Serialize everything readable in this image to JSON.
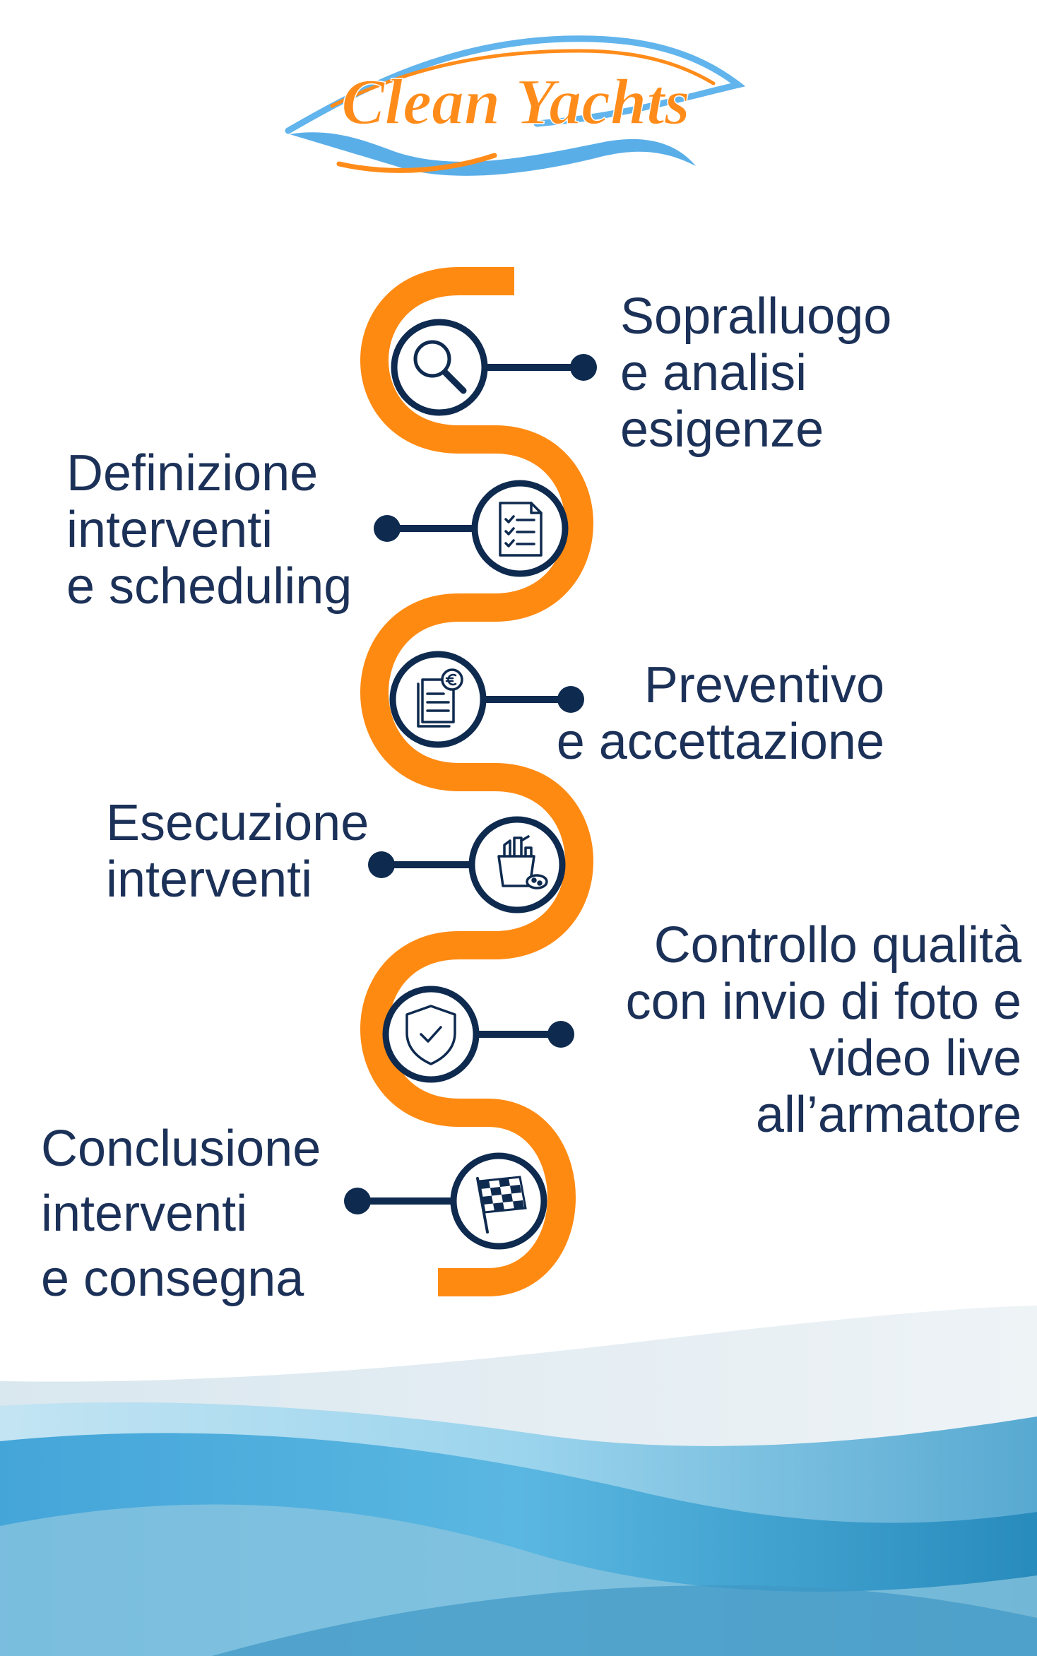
{
  "brand": {
    "logo_text": "Clean Yachts",
    "orange": "#ff8c1a",
    "light_blue": "#5aaee8"
  },
  "colors": {
    "navy": "#0e2a4f",
    "text": "#1c3158",
    "path_orange": "#ff8a12",
    "node_fill": "#ffffff"
  },
  "steps": [
    {
      "lines": [
        "Sopralluogo",
        "e analisi",
        "esigenze"
      ],
      "icon": "magnifier-icon"
    },
    {
      "lines": [
        "Definizione",
        "interventi",
        "e scheduling"
      ],
      "icon": "checklist-document-icon"
    },
    {
      "lines": [
        "Preventivo",
        "e accettazione"
      ],
      "icon": "euro-invoice-icon"
    },
    {
      "lines": [
        "Esecuzione",
        "interventi"
      ],
      "icon": "cleaning-supplies-icon"
    },
    {
      "lines": [
        "Controllo qualità",
        "con invio di foto e",
        "video live",
        "all’armatore"
      ],
      "icon": "shield-check-icon"
    },
    {
      "lines": [
        "Conclusione",
        "interventi",
        "e consegna"
      ],
      "icon": "checkered-flag-icon"
    }
  ]
}
